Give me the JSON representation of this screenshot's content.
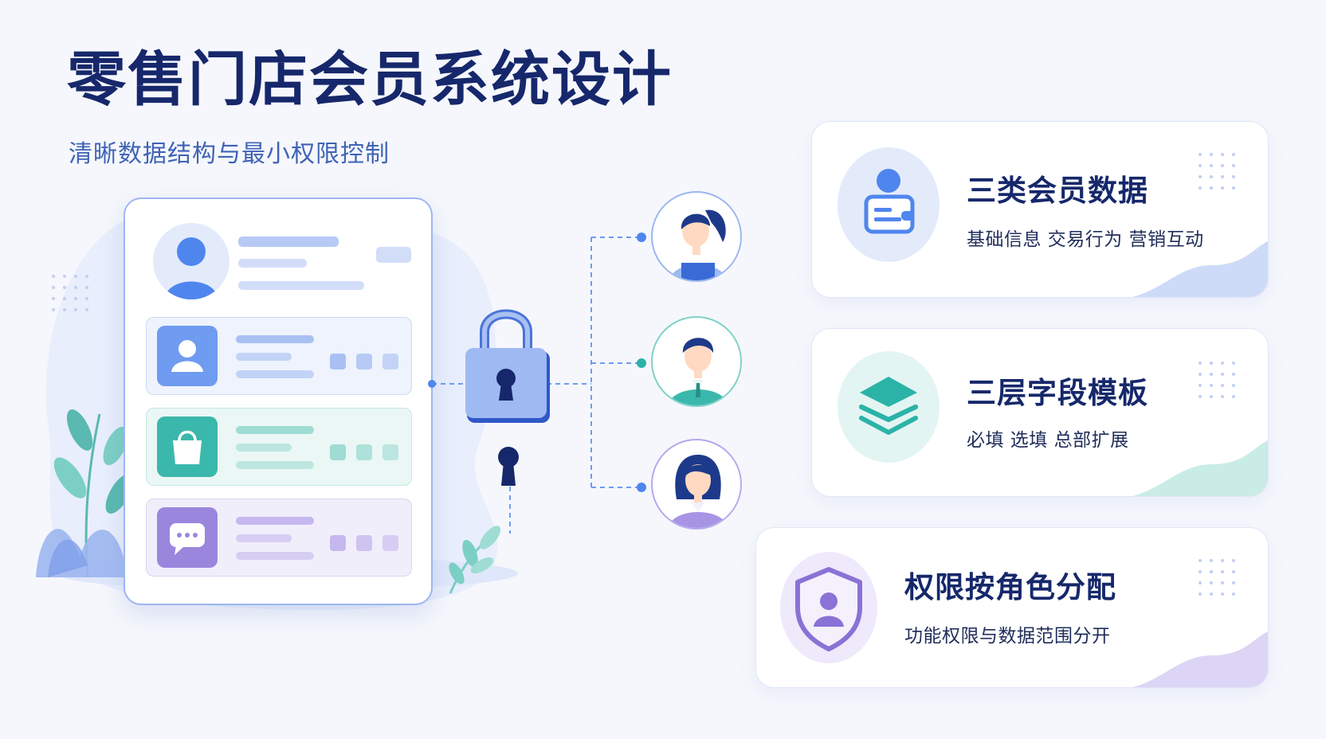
{
  "header": {
    "title": "零售门店会员系统设计",
    "subtitle": "清晰数据结构与最小权限控制"
  },
  "features": [
    {
      "title": "三类会员数据",
      "desc": "基础信息  交易行为  营销互动",
      "icon": "member-card-icon",
      "accent": "#4f86ee"
    },
    {
      "title": "三层字段模板",
      "desc": "必填  选填  总部扩展",
      "icon": "layers-icon",
      "accent": "#2bb3a8"
    },
    {
      "title": "权限按角色分配",
      "desc": "功能权限与数据范围分开",
      "icon": "shield-user-icon",
      "accent": "#8a72d6"
    }
  ],
  "colors": {
    "title": "#16286b",
    "subtitle": "#3f63b5",
    "blue": "#4f86ee",
    "teal": "#2bb3a8",
    "purple": "#8a72d6",
    "lock": "#8fb0f2"
  },
  "illustration": {
    "profile_card_icon": "profile-card-icon",
    "row_icons": [
      "user-icon",
      "shopping-bag-icon",
      "chat-bubble-icon"
    ],
    "lock_icon": "padlock-icon",
    "roles": [
      "staff-ponytail-avatar",
      "staff-male-avatar",
      "staff-female-avatar"
    ]
  }
}
